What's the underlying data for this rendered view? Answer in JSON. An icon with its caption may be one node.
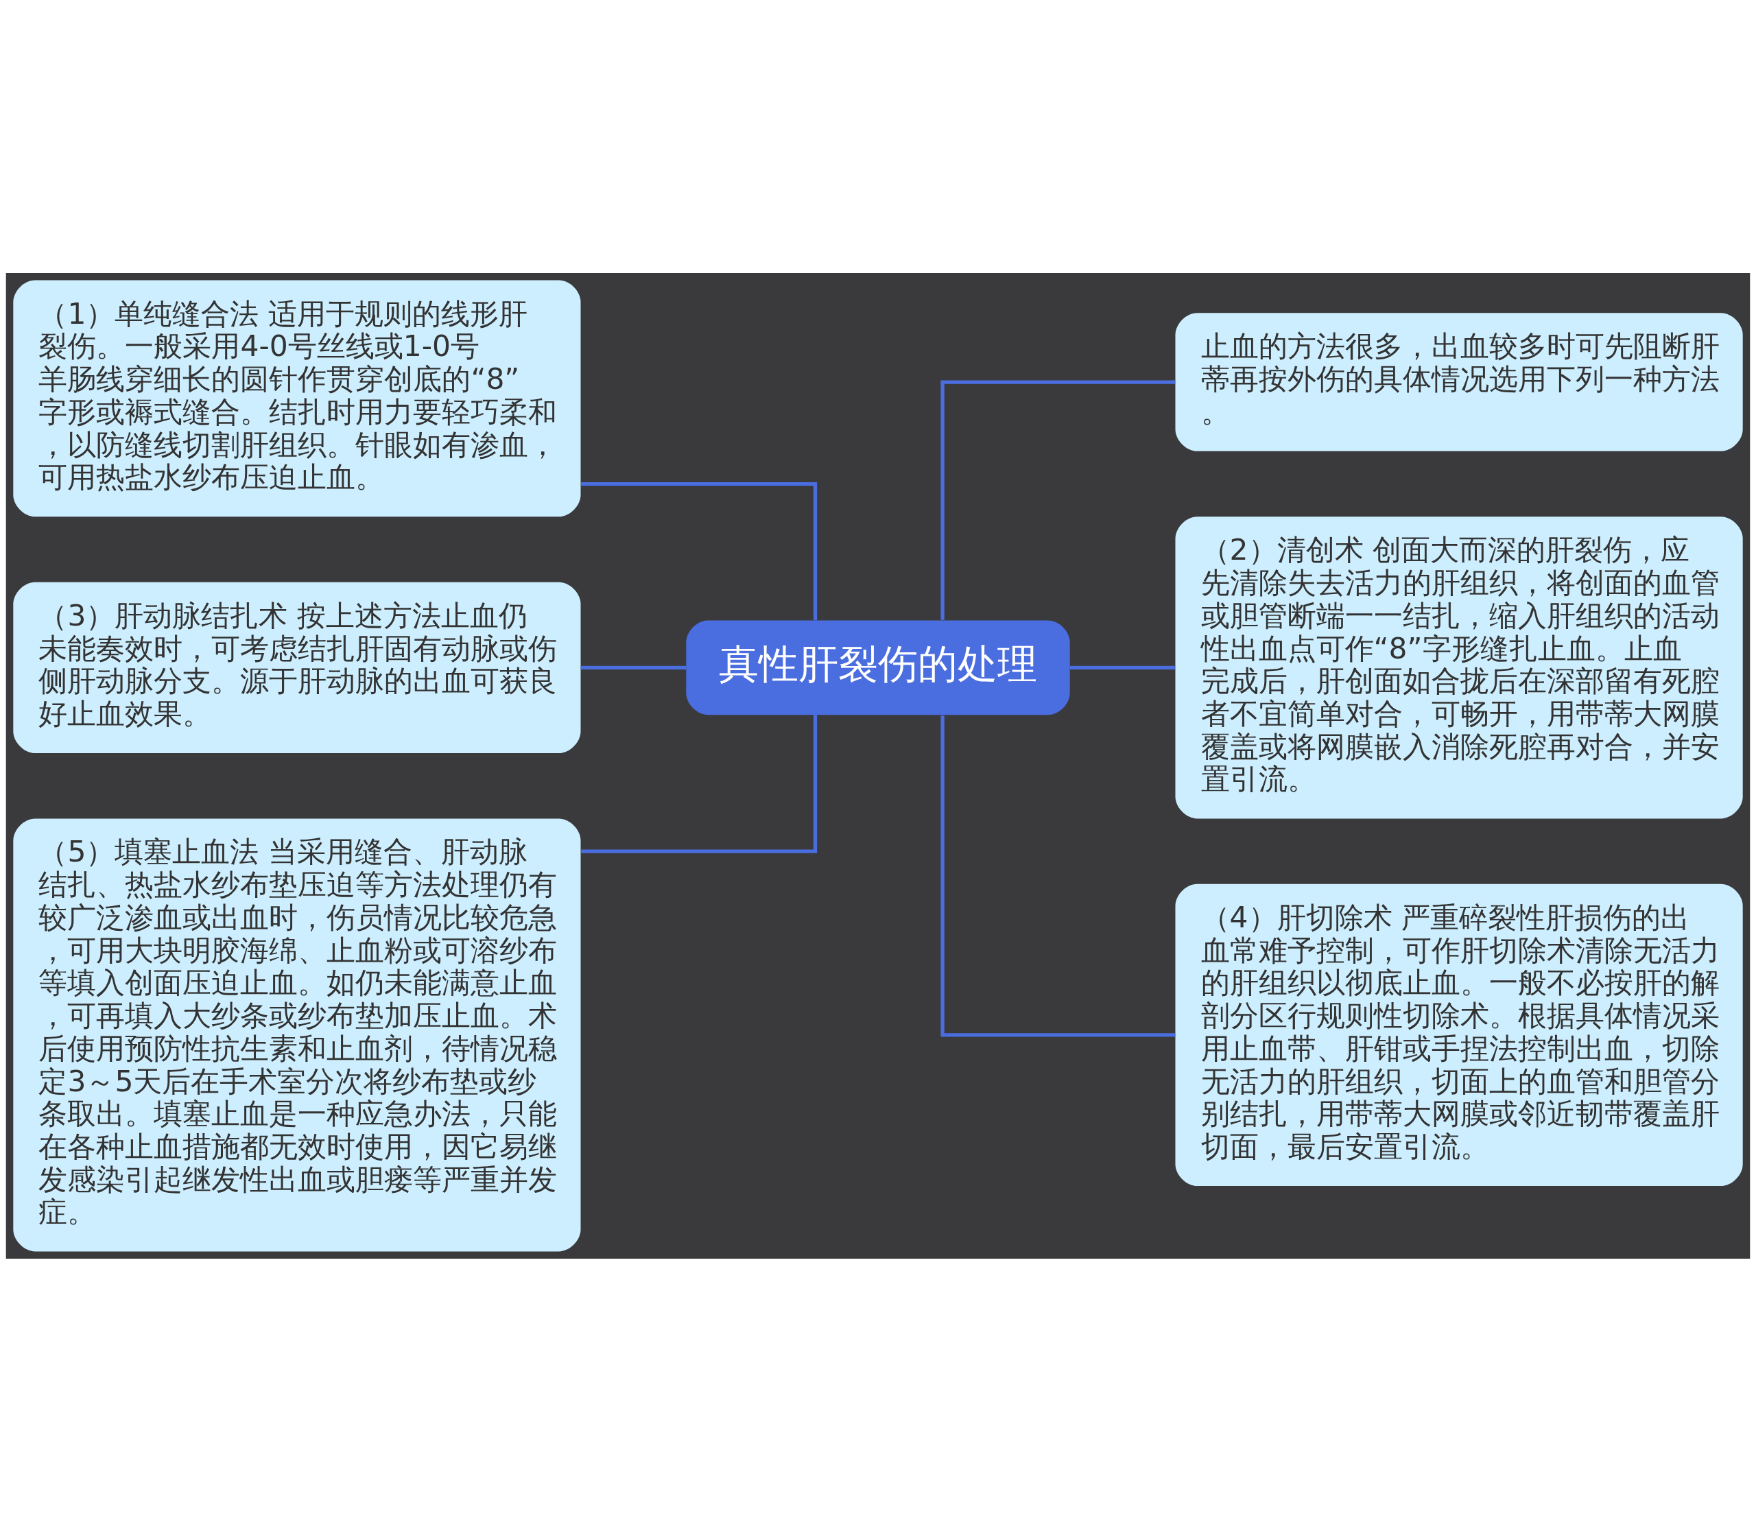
{
  "diagram": {
    "nodes": [
      {
        "text": [
          "真性肝裂伤的处理"
        ]
      },
      {
        "text": [
          "（1）单纯缝合法 适用于规则的线形肝裂伤。一般采用4-0号丝线或1-0号羊肠线穿细长的圆针作贯穿创底的“8”字形或褥式缝合。结扎时用力要轻巧柔和，以防缝线切割肝组织。针眼如有渗血，可用热盐水纱布压迫止血。"
        ]
      },
      {
        "text": [
          "（3）肝动脉结扎术 按上述方法止血仍未能奏效时，可考虑结扎肝固有动脉或伤侧肝动脉分支。源于肝动脉的出血可获良好止血效果。"
        ]
      },
      {
        "text": [
          "（5）填塞止血法 当采用缝合、肝动脉结扎、热盐水纱布垫压迫等方法处理仍有较广泛渗血或出血时，伤员情况比较危急，可用大块明胶海绵、止血粉或可溶纱布等填入创面压迫止血。如仍未能满意止血，可再填入大纱条或纱布垫加压止血。术后使用预防性抗生素和止血剂，待情况稳定3～5天后在手术室分次将纱布垫或纱条取出。填塞止血是一种应急办法，只能在各种止血措施都无效时使用，因它易继发感染引起继发性出血或胆瘘等严重并发症。"
        ]
      },
      {
        "text": [
          "止血的方法很多，出血较多时可先阻断肝蒂再按外伤的具体情况选用下列一种方法。"
        ]
      },
      {
        "text": [
          "（2）清创术 创面大而深的肝裂伤，应先清除失去活力的肝组织，将创面的血管或胆管断端一一结扎，缩入肝组织的活动性出血点可作“8”字形缝扎止血。止血完成后，肝创面如合拢后在深部留有死腔者不宜简单对合，可畅开，用带蒂大网膜覆盖或将网膜嵌入消除死腔再对合，并安置引流。"
        ]
      },
      {
        "text": [
          "（4）肝切除术 严重碎裂性肝损伤的出血常难予控制，可作肝切除术清除无活力的肝组织以彻底止血。一般不必按肝的解剖分区行规则性切除术。根据具体情况采用止血带、肝钳或手捏法控制出血，切除无活力的肝组织，切面上的血管和胆管分别结扎，用带蒂大网膜或邻近韧带覆盖肝切面，最后安置引流。"
        ]
      }
    ],
    "edges": [
      {
        "from": 0,
        "to": 1,
        "arrow": "none"
      },
      {
        "from": 0,
        "to": 2,
        "arrow": "none"
      },
      {
        "from": 0,
        "to": 3,
        "arrow": "none"
      },
      {
        "from": 0,
        "to": 4,
        "arrow": "none"
      },
      {
        "from": 0,
        "to": 5,
        "arrow": "none"
      },
      {
        "from": 0,
        "to": 6,
        "arrow": "none"
      }
    ]
  }
}
